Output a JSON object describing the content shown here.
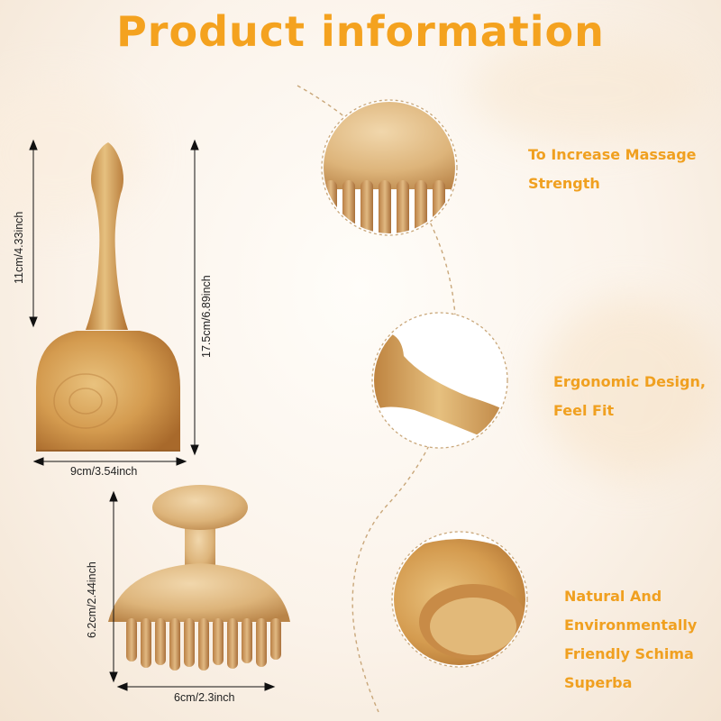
{
  "title": "Product information",
  "features": [
    {
      "text": "To Increase Massage Strength",
      "lines": [
        "To Increase Massage",
        "Strength"
      ]
    },
    {
      "text": "Ergonomic Design, Feel Fit",
      "lines": [
        "Ergonomic Design,",
        "Feel Fit"
      ]
    },
    {
      "text": "Natural And Environmentally Friendly Schima Superba",
      "lines": [
        "Natural And",
        "Environmentally",
        "Friendly Schima",
        "Superba"
      ]
    }
  ],
  "dimensions": {
    "bell_handle_height": "11cm/4.33inch",
    "bell_total_height": "17.5cm/6.89inch",
    "bell_width": "9cm/3.54inch",
    "mushroom_height": "6.2cm/2.44inch",
    "mushroom_width": "6cm/2.3inch"
  },
  "colors": {
    "title": "#f4a21f",
    "feature_text": "#f0a020",
    "wood_light": "#e7c185",
    "wood_mid": "#d19a55",
    "wood_dark": "#a96d32",
    "dash_circle": "#c9a77a"
  }
}
